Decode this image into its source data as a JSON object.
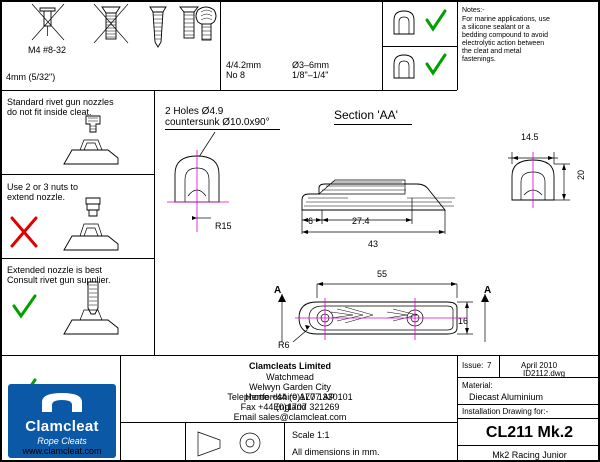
{
  "drawing": {
    "title": "CL211 Mk.2",
    "subtitle": "Mk2 Racing Junior",
    "section_label": "Section 'AA'",
    "section_arrow_left": "A",
    "section_arrow_right": "A",
    "scale": "Scale 1:1",
    "units_note": "All dimensions in mm."
  },
  "notes": {
    "heading": "Notes:-",
    "body": "For marine applications, use\na silicone sealant or a\nbedding compound to avoid\nelectrolytic action between\nthe cleat and metal\nfastenings."
  },
  "fasteners": {
    "screw_label": "M4 #8-32",
    "rivet_label": "4mm (5/32\")",
    "self_tapper_label": "4/4.2mm\nNo 8",
    "self_tapper_size": "Ø3–6mm\n1/8\"–1/4\"",
    "items": [
      {
        "name": "pop-rivet",
        "status": "rejected"
      },
      {
        "name": "machine-screw",
        "status": "rejected"
      },
      {
        "name": "self-tapping-screw",
        "status": "accepted"
      },
      {
        "name": "expanding-anchor",
        "status": "accepted"
      }
    ]
  },
  "nozzle_notes": [
    {
      "text": "Standard rivet gun nozzles\ndo not fit inside cleat.",
      "mark": "cross"
    },
    {
      "text": "Use 2 or 3 nuts to\nextend nozzle.",
      "mark": "tick"
    },
    {
      "text": "Extended nozzle is best\nConsult rivet gun supplier.",
      "mark": "tick"
    }
  ],
  "hole_note": "2 Holes Ø4.9\ncountersunk Ø10.0x90°",
  "dimensions": {
    "plan_length": "55",
    "plan_width": "16",
    "plan_radius": "R6",
    "front_radius": "R15",
    "section_a": "6",
    "section_b": "27.4",
    "section_total": "43",
    "end_width": "14.5",
    "end_height": "20"
  },
  "titleblock": {
    "company": "Clamcleats Limited",
    "address": "Watchmead\nWelwyn Garden City\nHertfordshire AL7 1AP\nEngland",
    "telephone": "Telephone +44 (0)1707 330101",
    "fax": "Fax +44 (0)1707 321269",
    "email": "Email sales@clamcleat.com",
    "web": "www.clamcleat.com",
    "issue_label": "Issue:",
    "issue_value": "7",
    "date": "April 2010",
    "dwg_no": "ID2112.dwg",
    "material_label": "Material:",
    "material_value": "Diecast Aluminium",
    "install_label": "Installation Drawing for:-"
  },
  "logo": {
    "brand": "Clamcleat",
    "tag": "Rope Cleats",
    "mark": "®"
  }
}
